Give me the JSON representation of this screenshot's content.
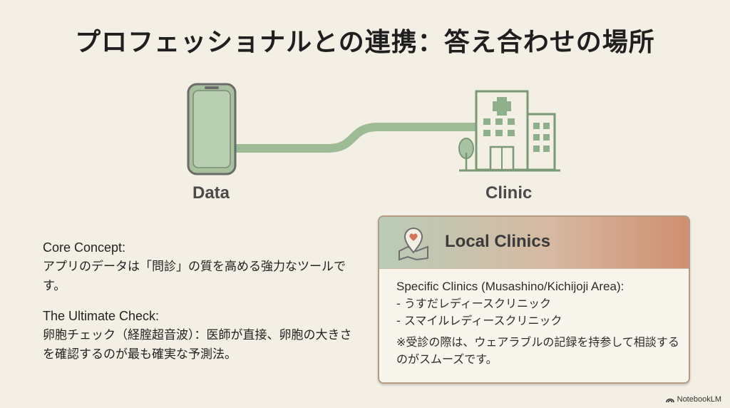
{
  "title": "プロフェッショナルとの連携：答え合わせの場所",
  "diagram": {
    "left_label": "Data",
    "right_label": "Clinic",
    "left_icon": "smartphone-icon",
    "right_icon": "hospital-icon",
    "colors": {
      "accent_green": "#8fb08a",
      "outline": "#6f6f6f"
    }
  },
  "core_concept": {
    "heading": "Core Concept:",
    "text": "アプリのデータは「問診」の質を高める強力なツールです。"
  },
  "ultimate_check": {
    "heading": "The Ultimate Check:",
    "text": "卵胞チェック（経腟超音波）：医師が直接、卵胞の大きさを確認するのが最も確実な予測法。"
  },
  "card": {
    "title": "Local Clinics",
    "icon": "map-pin-heart-icon",
    "subtitle": "Specific Clinics (Musashino/Kichijoji Area):",
    "clinics": [
      "- うすだレディースクリニック",
      "- スマイルレディースクリニック"
    ],
    "note": "※受診の際は、ウェアラブルの記録を持参して相談するのがスムーズです。"
  },
  "brand": "NotebookLM"
}
